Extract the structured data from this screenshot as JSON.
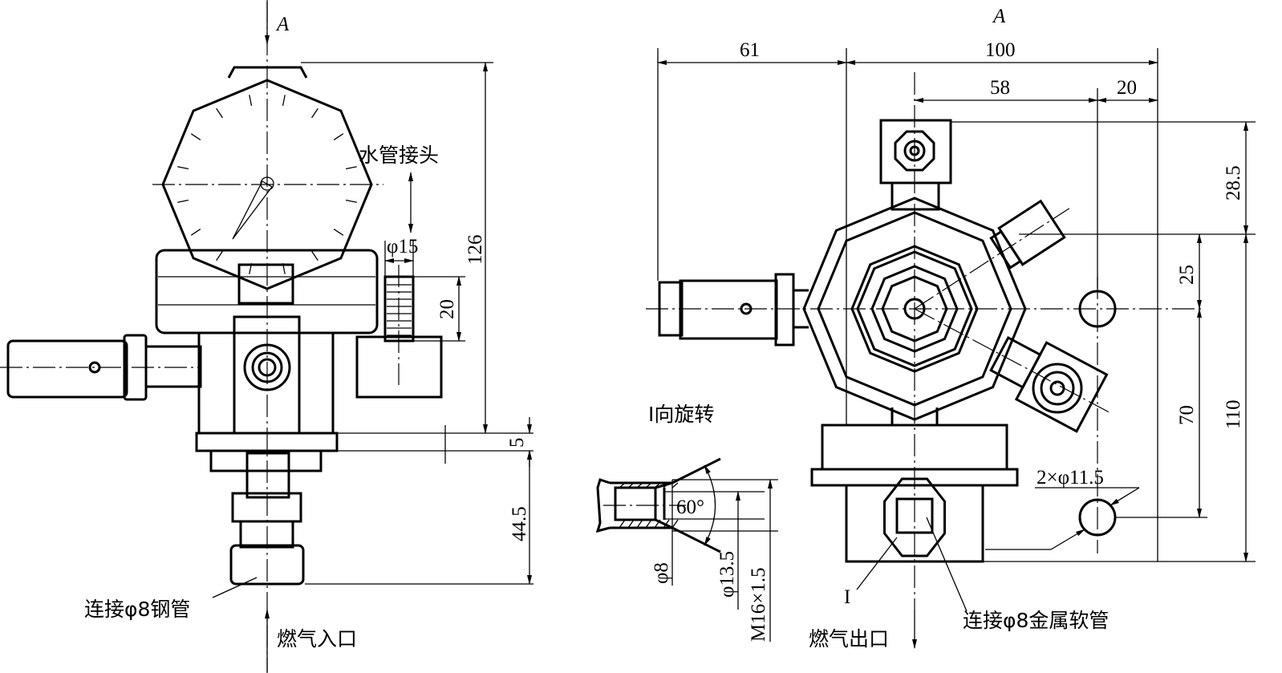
{
  "left_view": {
    "view_mark": "A",
    "water_fitting_label": "水管接头",
    "dim_phi15": "φ15",
    "dim_20": "20",
    "dim_126": "126",
    "dim_5": "5",
    "dim_44_5": "44.5",
    "steel_pipe_label": "连接φ8钢管",
    "gas_inlet_label": "燃气入口"
  },
  "right_view": {
    "view_mark": "A",
    "dim_61": "61",
    "dim_100": "100",
    "dim_58": "58",
    "dim_20": "20",
    "dim_28_5": "28.5",
    "dim_25": "25",
    "dim_70": "70",
    "dim_110": "110",
    "holes_label": "2×φ11.5",
    "section_mark": "I",
    "gas_outlet_label": "燃气出口",
    "hose_label": "连接φ8金属软管"
  },
  "detail": {
    "title": "I向旋转",
    "angle": "60°",
    "dim_phi8": "φ8",
    "dim_phi13_5": "φ13.5",
    "thread": "M16×1.5"
  }
}
